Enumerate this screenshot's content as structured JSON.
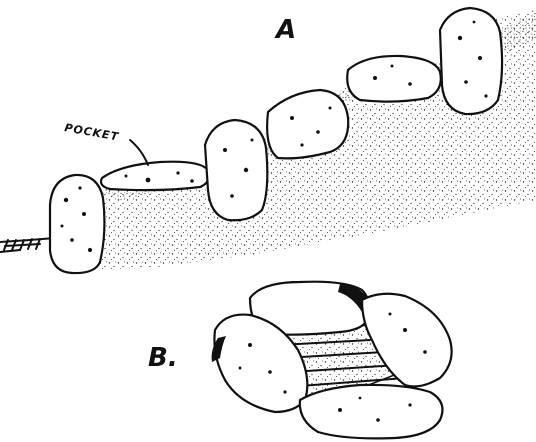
{
  "labels": {
    "figure_a": "A",
    "figure_b": "B.",
    "pocket": "POCKET"
  },
  "colors": {
    "ink": "#111111",
    "paper": "#ffffff"
  }
}
